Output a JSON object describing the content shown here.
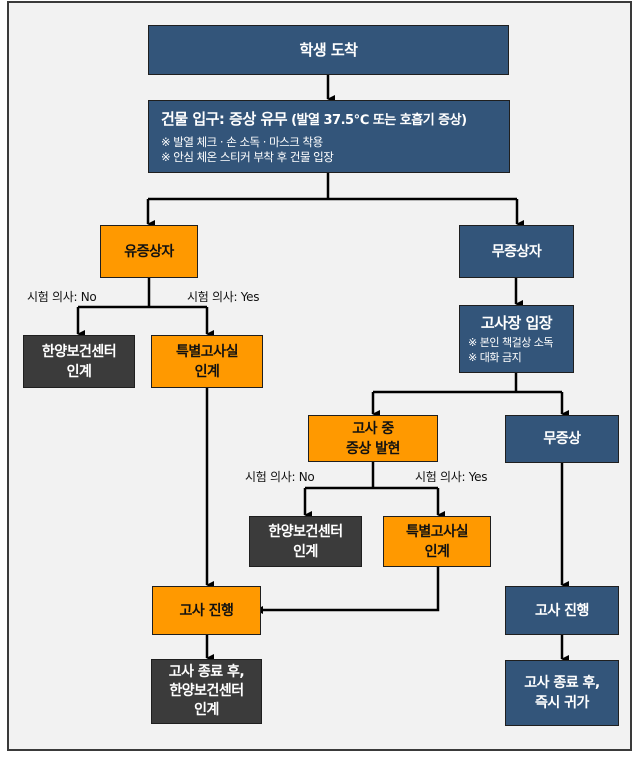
{
  "diagram": {
    "colors": {
      "navy": "#33557a",
      "orange": "#ff9900",
      "dark": "#3b3b3b",
      "background": "#f2f2f2",
      "line": "#000000"
    },
    "nodes": {
      "arrival": {
        "title": "학생 도착"
      },
      "entrance": {
        "title": "건물 입구: 증상 유무",
        "title_suffix": " (발열 37.5℃ 또는 호흡기 증상)",
        "notes": [
          "※ 발열 체크  ·  손 소독  ·  마스크 착용",
          "※ 안심 체온 스티커 부착  후 건물 입장"
        ]
      },
      "symptomatic": {
        "title": "유증상자"
      },
      "asymptomatic": {
        "title": "무증상자"
      },
      "health_center_1": {
        "lines": [
          "한양보건센터",
          "인계"
        ]
      },
      "special_room_1": {
        "lines": [
          "특별고사실",
          "인계"
        ]
      },
      "exam_room_entry": {
        "title": "고사장 입장",
        "notes": [
          "※ 본인 책걸상 소독",
          "※ 대화 금지"
        ]
      },
      "symptom_during_exam": {
        "lines": [
          "고사 중",
          "증상 발현"
        ]
      },
      "no_symptom": {
        "title": "무증상"
      },
      "health_center_2": {
        "lines": [
          "한양보건센터",
          "인계"
        ]
      },
      "special_room_2": {
        "lines": [
          "특별고사실",
          "인계"
        ]
      },
      "exam_proceed_left": {
        "title": "고사 진행"
      },
      "after_exam_health_center": {
        "lines": [
          "고사 종료 후,",
          "한양보건센터",
          "인계"
        ]
      },
      "exam_proceed_right": {
        "title": "고사 진행"
      },
      "after_exam_go_home": {
        "lines": [
          "고사 종료 후,",
          "즉시 귀가"
        ]
      }
    },
    "edge_labels": {
      "no_1": "시험 의사: No",
      "yes_1": "시험 의사: Yes",
      "no_2": "시험 의사: No",
      "yes_2": "시험 의사: Yes"
    }
  }
}
